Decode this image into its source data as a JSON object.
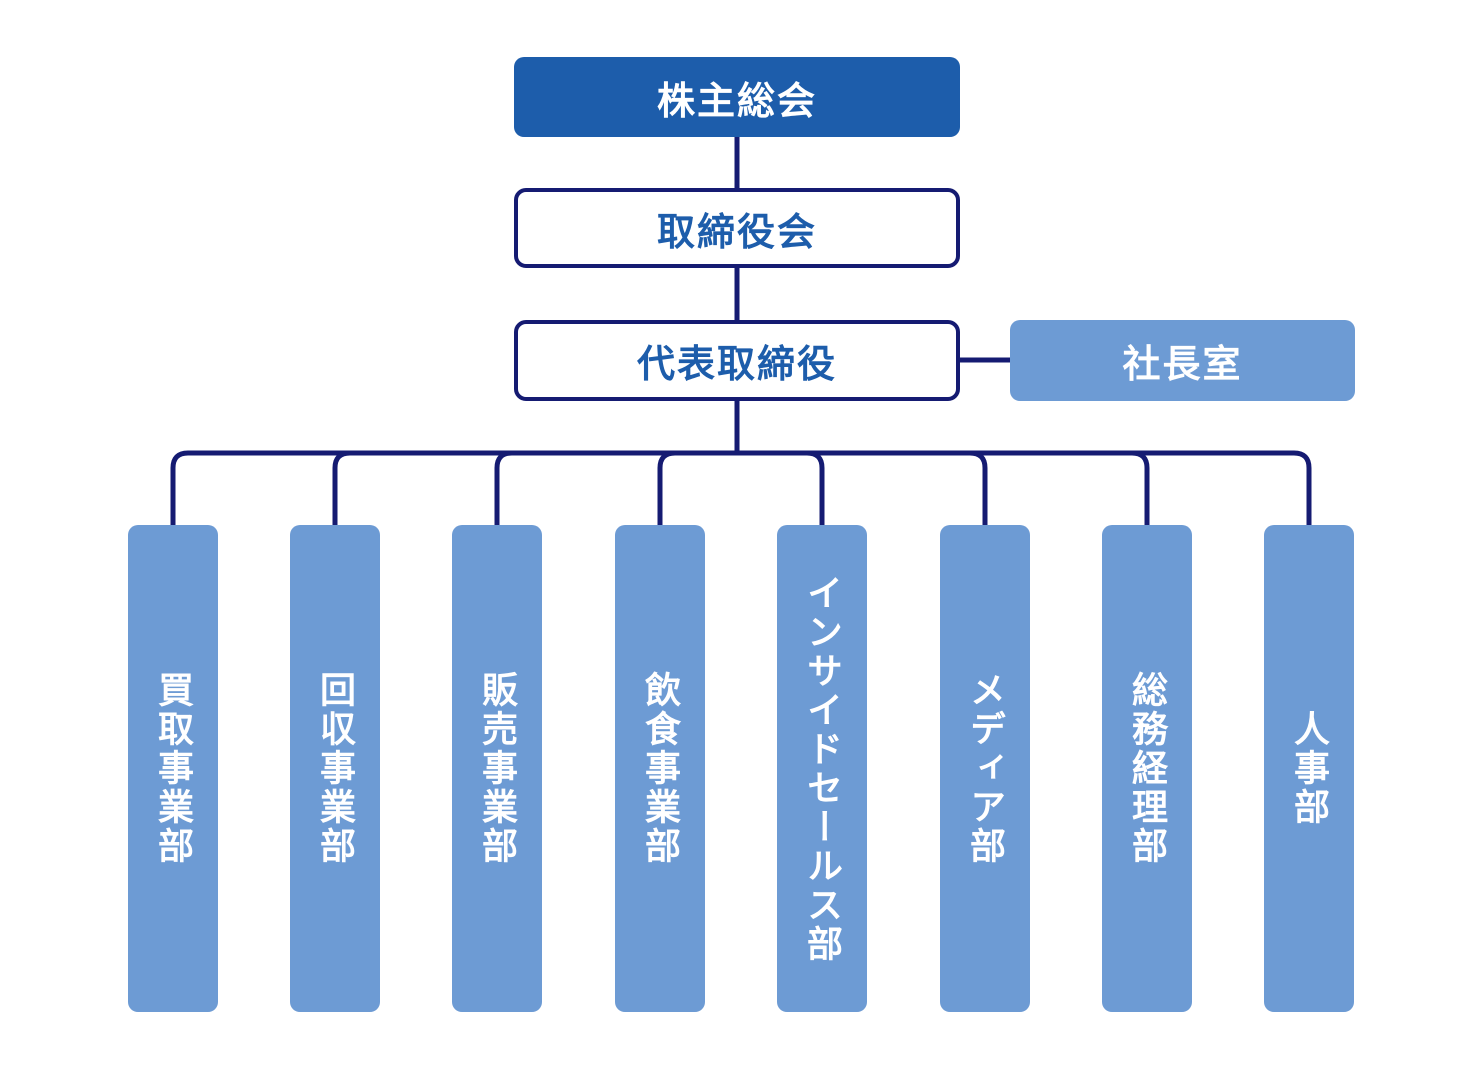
{
  "colors": {
    "dark_blue": "#1d5dab",
    "light_blue": "#6d9bd4",
    "navy_line": "#151b72",
    "white": "#ffffff"
  },
  "org": {
    "level1": {
      "label": "株主総会"
    },
    "level2": {
      "label": "取締役会"
    },
    "level3": {
      "label": "代表取締役"
    },
    "staff": {
      "label": "社長室"
    },
    "departments": [
      {
        "label": "買取事業部"
      },
      {
        "label": "回収事業部"
      },
      {
        "label": "販売事業部"
      },
      {
        "label": "飲食事業部"
      },
      {
        "label": "インサイドセールス部"
      },
      {
        "label": "メディア部"
      },
      {
        "label": "総務経理部"
      },
      {
        "label": "人事部"
      }
    ]
  }
}
